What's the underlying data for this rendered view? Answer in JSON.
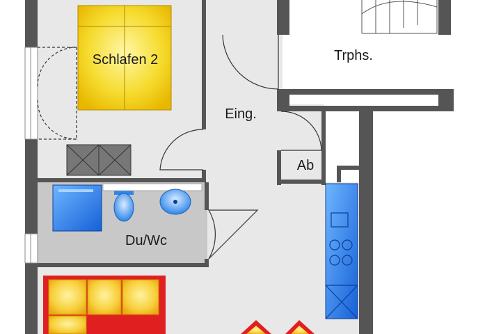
{
  "rooms": {
    "bedroom2": "Schlafen 2",
    "stair": "Trphs.",
    "entrance": "Eing.",
    "storage": "Ab",
    "shower_wc": "Du/Wc"
  },
  "colors": {
    "wall": "#555555",
    "floor": "#e8e8e8",
    "bath_floor": "#c8c8c8",
    "bed": "#f5d020",
    "sofa": "#f7c940",
    "sofa_border": "#e02020",
    "sanitary": "#1e7ee8",
    "kitchen": "#1e7ee8"
  },
  "icons": {
    "bed": "double-bed-icon",
    "wardrobe": "wardrobe-icon",
    "shower": "shower-tray-icon",
    "toilet": "toilet-icon",
    "sink": "washbasin-icon",
    "kitchen": "kitchen-counter-icon",
    "sofa": "sofa-icon",
    "stairs": "stairs-icon"
  }
}
